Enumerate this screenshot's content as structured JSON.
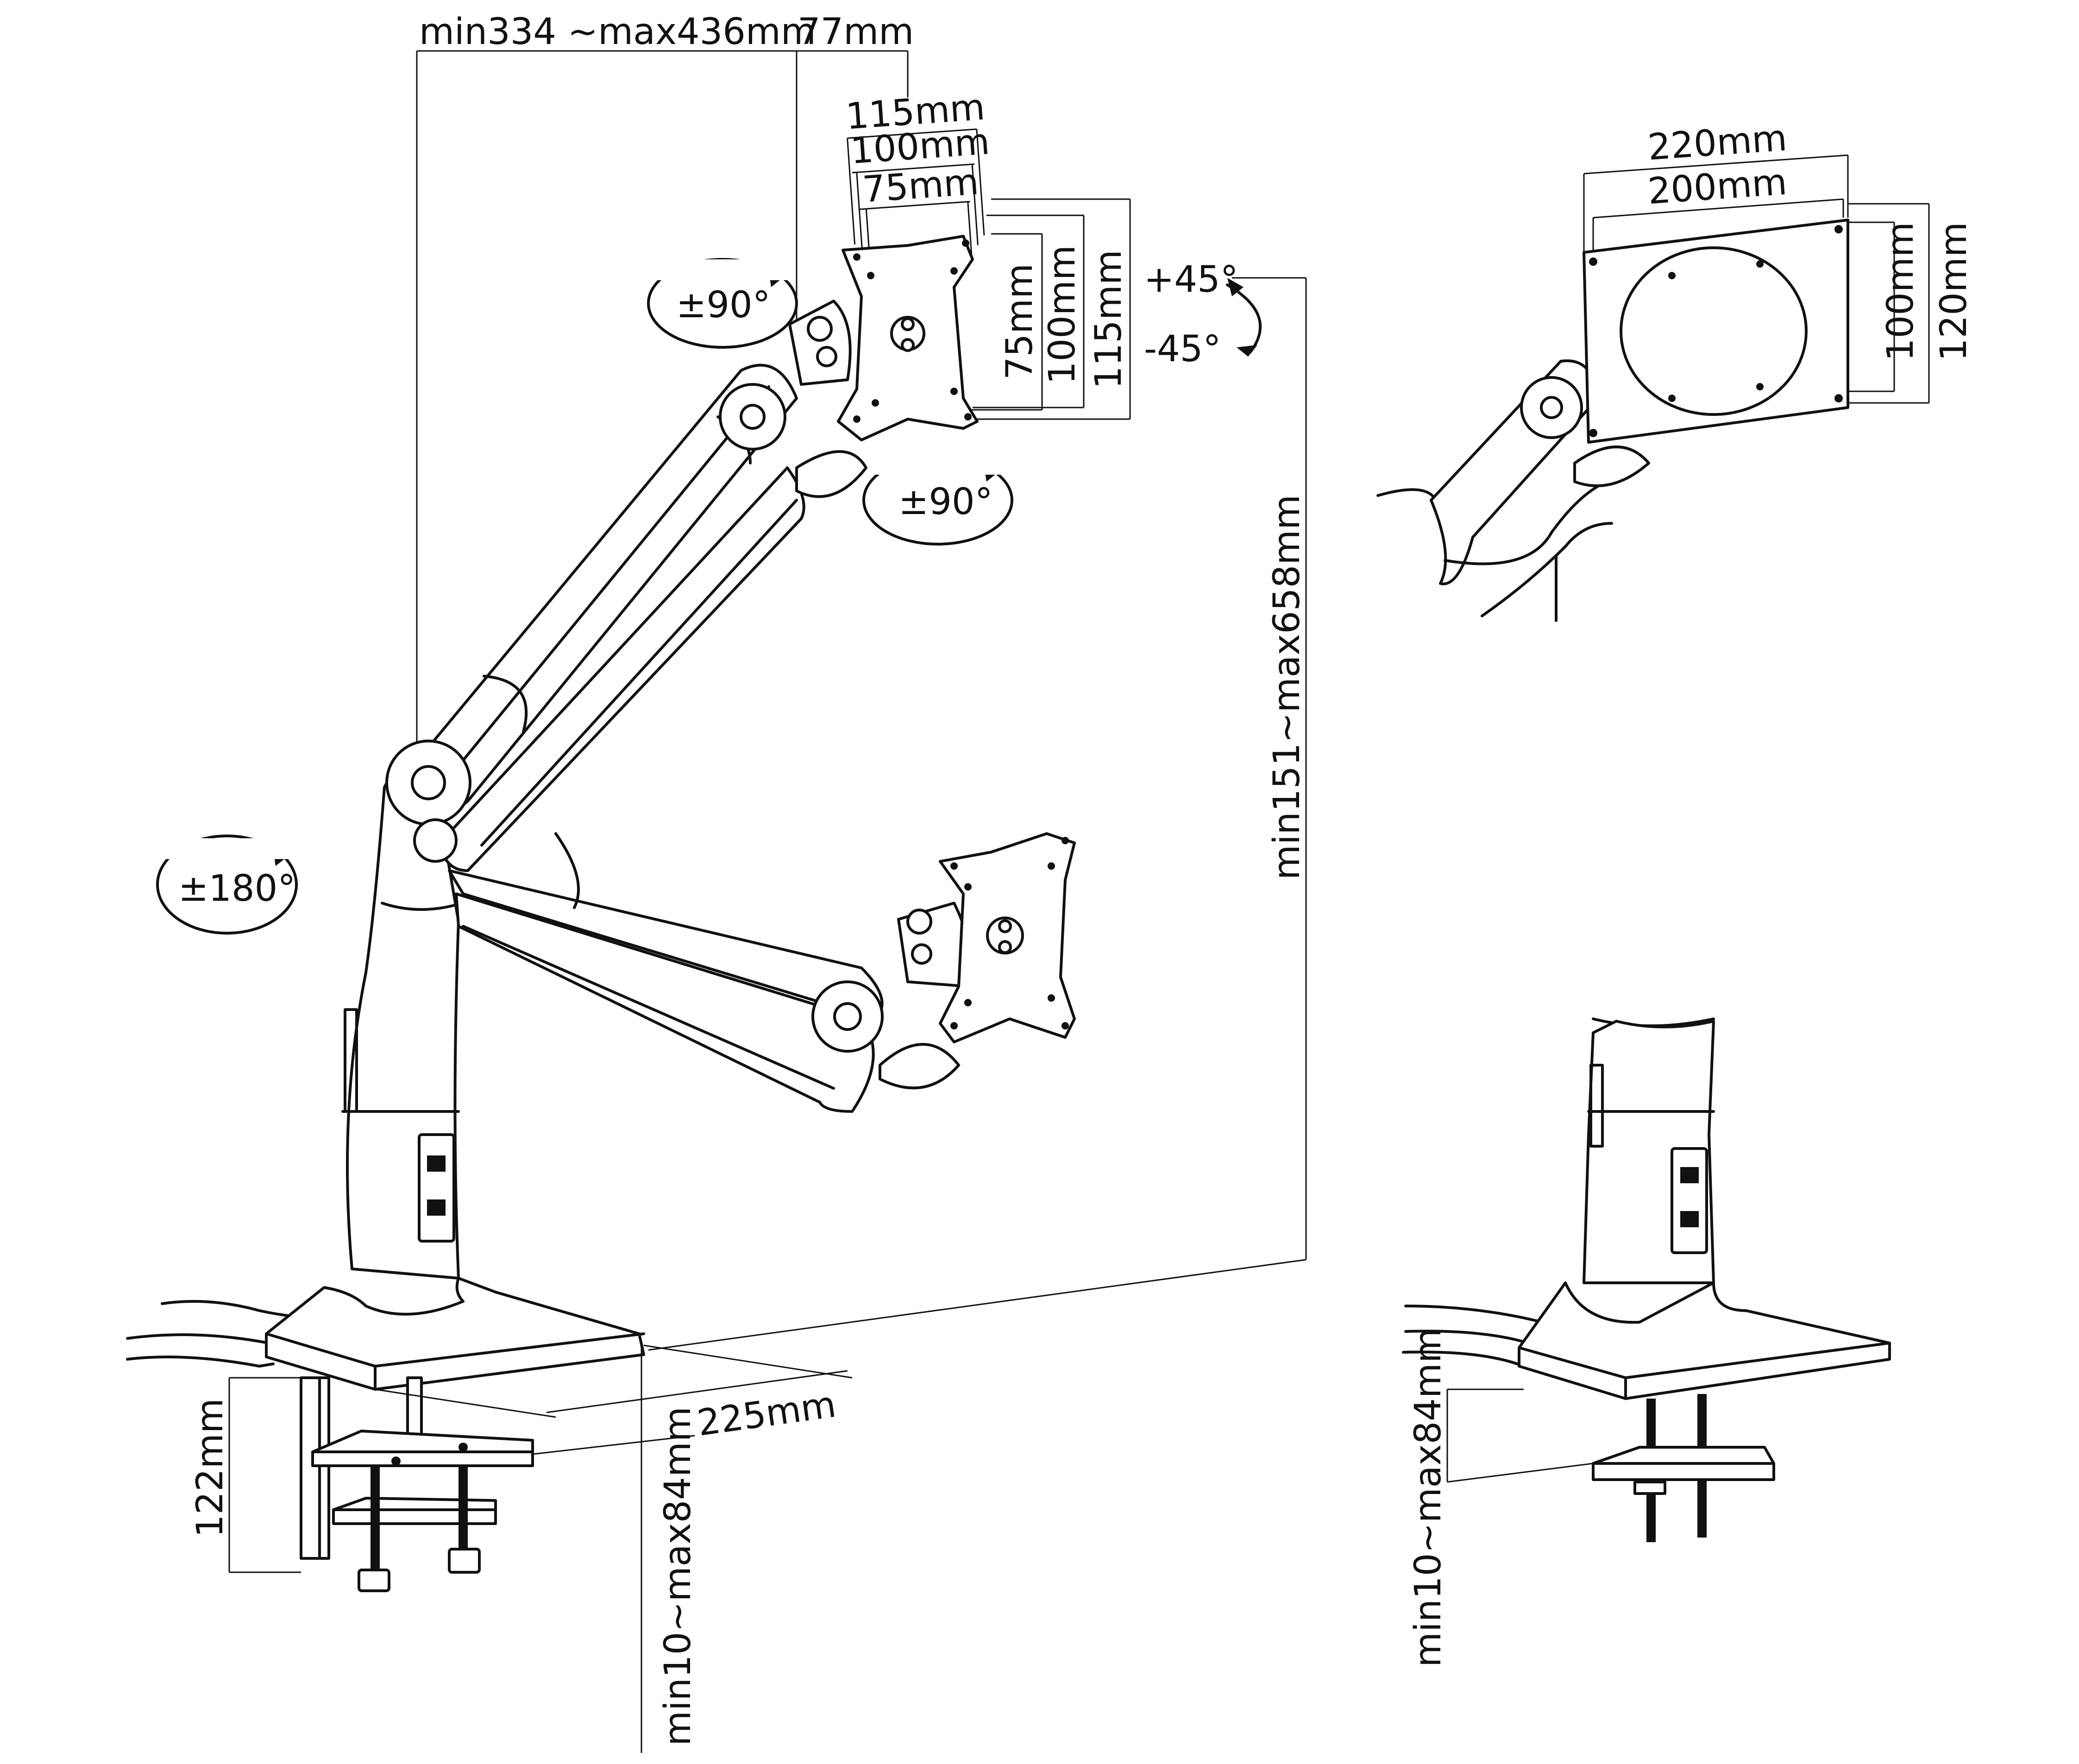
{
  "dimensions": {
    "arm_reach": "min334 ~max436mm",
    "pivot_offset": "77mm",
    "vesa_small_w_115": "115mm",
    "vesa_small_w_100": "100mm",
    "vesa_small_w_75": "75mm",
    "vesa_small_h_75": "75mm",
    "vesa_small_h_100": "100mm",
    "vesa_small_h_115": "115mm",
    "vesa_large_w_220": "220mm",
    "vesa_large_w_200": "200mm",
    "vesa_large_h_100": "100mm",
    "vesa_large_h_120": "120mm",
    "height_range": "min151~max658mm",
    "base_depth": "225mm",
    "clamp_height": "122mm",
    "desk_thickness_clamp": "min10~max84mm",
    "desk_thickness_grommet": "min10~max84mm"
  },
  "angles": {
    "head_rotation_top": "±90°",
    "head_rotation_bottom": "±90°",
    "tilt_up": "+45°",
    "tilt_down": "-45°",
    "pole_rotation": "±180°"
  }
}
